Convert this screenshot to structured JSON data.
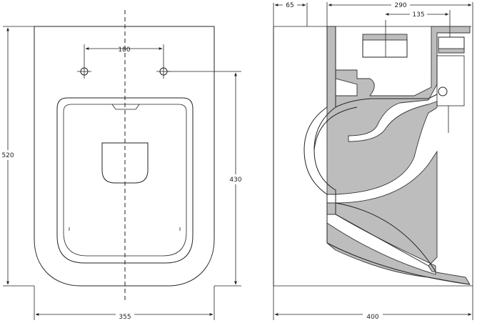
{
  "dimensions": {
    "front_hole_spacing": "180",
    "front_height": "520",
    "front_fixing_height": "430",
    "front_width": "355",
    "side_wall_offset": "65",
    "side_top_length": "290",
    "side_outlet_offset": "135",
    "side_total_depth": "400"
  }
}
